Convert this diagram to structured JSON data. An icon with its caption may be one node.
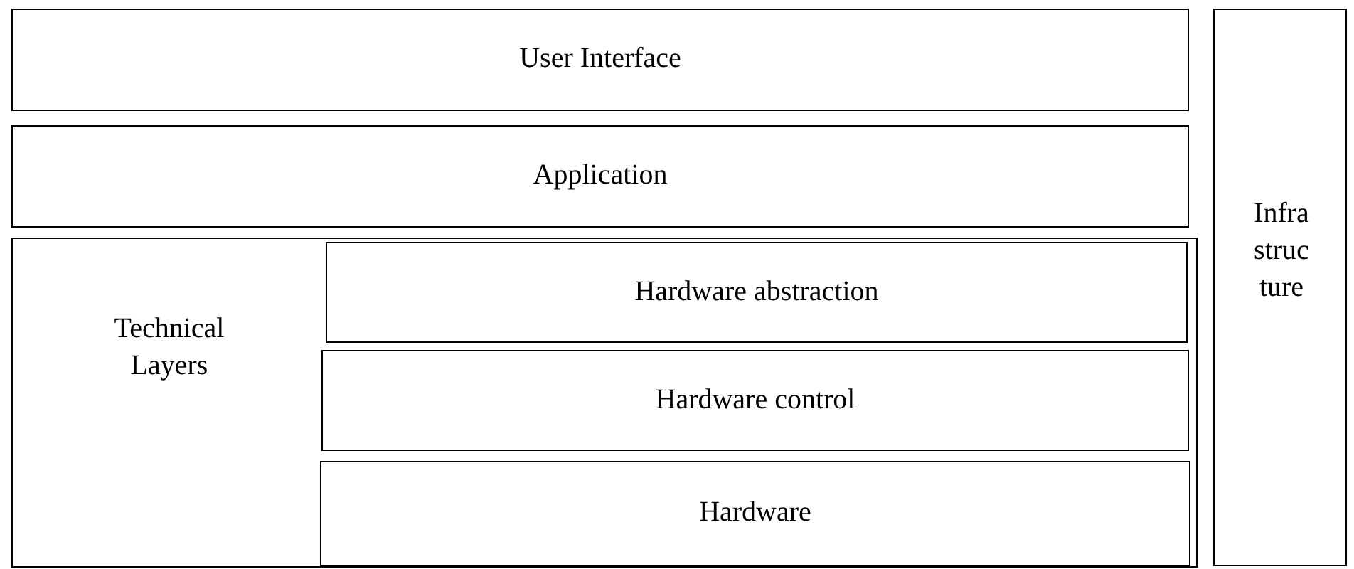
{
  "diagram": {
    "nodes": [
      {
        "text": [
          "User Interface"
        ]
      },
      {
        "text": [
          "Application"
        ]
      },
      {
        "text": [
          "Technical Layers"
        ]
      },
      {
        "text": [
          "Hardware abstraction"
        ],
        "in": 2
      },
      {
        "text": [
          "Hardware control"
        ],
        "in": 2
      },
      {
        "text": [
          "Hardware"
        ],
        "in": 2
      },
      {
        "text": [
          "Infra struc ture"
        ]
      }
    ]
  }
}
